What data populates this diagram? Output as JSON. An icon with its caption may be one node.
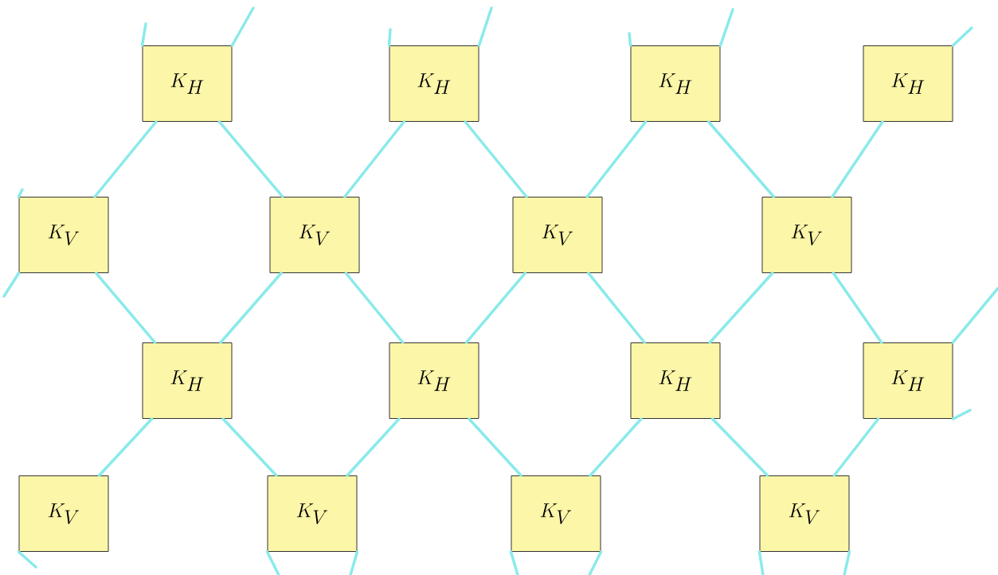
{
  "diagram": {
    "nodes": [
      {
        "text": [
          "K_H"
        ]
      },
      {
        "text": [
          "K_H"
        ]
      },
      {
        "text": [
          "K_H"
        ]
      },
      {
        "text": [
          "K_H"
        ]
      },
      {
        "text": [
          "K_V"
        ]
      },
      {
        "text": [
          "K_V"
        ]
      },
      {
        "text": [
          "K_V"
        ]
      },
      {
        "text": [
          "K_V"
        ]
      },
      {
        "text": [
          "K_H"
        ]
      },
      {
        "text": [
          "K_H"
        ]
      },
      {
        "text": [
          "K_H"
        ]
      },
      {
        "text": [
          "K_H"
        ]
      },
      {
        "text": [
          "K_V"
        ]
      },
      {
        "text": [
          "K_V"
        ]
      },
      {
        "text": [
          "K_V"
        ]
      },
      {
        "text": [
          "K_V"
        ]
      }
    ],
    "edges": [
      {
        "from": 0,
        "to": 4,
        "arrow": "none"
      },
      {
        "from": 0,
        "to": 5,
        "arrow": "none"
      },
      {
        "from": 1,
        "to": 5,
        "arrow": "none"
      },
      {
        "from": 1,
        "to": 6,
        "arrow": "none"
      },
      {
        "from": 2,
        "to": 6,
        "arrow": "none"
      },
      {
        "from": 2,
        "to": 7,
        "arrow": "none"
      },
      {
        "from": 3,
        "to": 7,
        "arrow": "none"
      },
      {
        "from": 4,
        "to": 8,
        "arrow": "none"
      },
      {
        "from": 5,
        "to": 8,
        "arrow": "none"
      },
      {
        "from": 5,
        "to": 9,
        "arrow": "none"
      },
      {
        "from": 6,
        "to": 9,
        "arrow": "none"
      },
      {
        "from": 6,
        "to": 10,
        "arrow": "none"
      },
      {
        "from": 7,
        "to": 10,
        "arrow": "none"
      },
      {
        "from": 7,
        "to": 11,
        "arrow": "none"
      },
      {
        "from": 8,
        "to": 12,
        "arrow": "none"
      },
      {
        "from": 8,
        "to": 13,
        "arrow": "none"
      },
      {
        "from": 9,
        "to": 13,
        "arrow": "none"
      },
      {
        "from": 9,
        "to": 14,
        "arrow": "none"
      },
      {
        "from": 10,
        "to": 14,
        "arrow": "none"
      },
      {
        "from": 10,
        "to": 15,
        "arrow": "none"
      },
      {
        "from": 11,
        "to": 15,
        "arrow": "none"
      },
      {
        "from": 0,
        "to": null,
        "arrow": "none"
      },
      {
        "from": 0,
        "to": null,
        "arrow": "none"
      },
      {
        "from": 1,
        "to": null,
        "arrow": "none"
      },
      {
        "from": 1,
        "to": null,
        "arrow": "none"
      },
      {
        "from": 2,
        "to": null,
        "arrow": "none"
      },
      {
        "from": 2,
        "to": null,
        "arrow": "none"
      },
      {
        "from": 3,
        "to": null,
        "arrow": "none"
      },
      {
        "from": 4,
        "to": null,
        "arrow": "none"
      },
      {
        "from": 4,
        "to": null,
        "arrow": "none"
      },
      {
        "from": 11,
        "to": null,
        "arrow": "none"
      },
      {
        "from": 11,
        "to": null,
        "arrow": "none"
      },
      {
        "from": 12,
        "to": null,
        "arrow": "none"
      },
      {
        "from": 13,
        "to": null,
        "arrow": "none"
      },
      {
        "from": 13,
        "to": null,
        "arrow": "none"
      },
      {
        "from": 14,
        "to": null,
        "arrow": "none"
      },
      {
        "from": 14,
        "to": null,
        "arrow": "none"
      },
      {
        "from": 15,
        "to": null,
        "arrow": "none"
      },
      {
        "from": 15,
        "to": null,
        "arrow": "none"
      }
    ]
  }
}
